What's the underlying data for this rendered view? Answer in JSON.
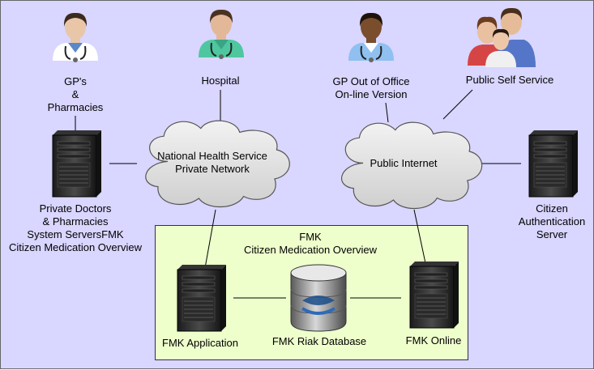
{
  "nodes": {
    "gps_pharmacies": "GP's\n&\nPharmacies",
    "hospital": "Hospital",
    "gp_out_of_office": "GP Out of Office\nOn-line Version",
    "public_self_service": "Public Self Service",
    "private_servers": "Private Doctors\n& Pharmacies\nSystem ServersFMK\nCitizen Medication Overview",
    "nhs_network": "National Health Service\nPrivate Network",
    "public_internet": "Public Internet",
    "citizen_auth_server": "Citizen\nAuthentication\nServer",
    "fmk_group_title": "FMK\nCitizen Medication Overview",
    "fmk_application": "FMK Application",
    "fmk_riak_database": "FMK Riak Database",
    "fmk_online": "FMK Online"
  },
  "colors": {
    "background": "#d9d6ff",
    "fmk_group_fill": "#eeffcc",
    "cloud_fill": "#dcdcdc"
  },
  "icons": [
    "doctor-icon",
    "nurse-icon",
    "doctor-icon",
    "family-icon",
    "server-icon",
    "database-icon",
    "cloud-icon"
  ]
}
